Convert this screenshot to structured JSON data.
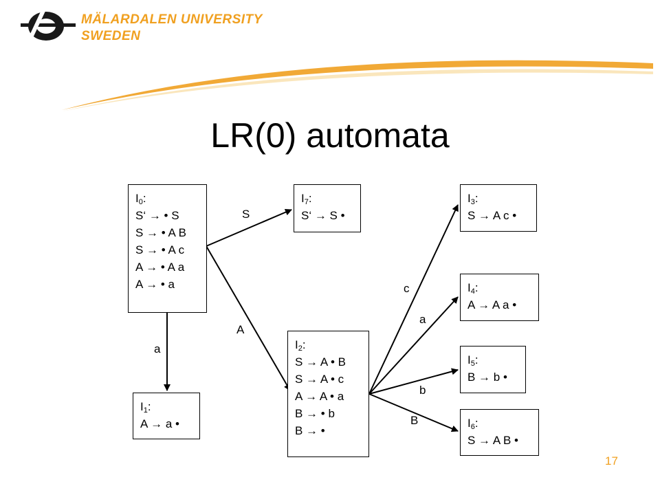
{
  "header": {
    "university_line1": "MÄLARDALEN UNIVERSITY",
    "university_line2": "SWEDEN"
  },
  "slide": {
    "title": "LR(0) automata",
    "page_number": "17"
  },
  "colors": {
    "accent": "#f0a020",
    "logo_dark": "#1a1a1a",
    "text": "#000000"
  },
  "states": [
    {
      "id": "I0",
      "name": "I",
      "sub": "0",
      "items": [
        "S‘ → • S",
        "S → • A B",
        "S → • A c",
        "A → • A a",
        "A → • a"
      ]
    },
    {
      "id": "I1",
      "name": "I",
      "sub": "1",
      "items": [
        "A → a •"
      ]
    },
    {
      "id": "I2",
      "name": "I",
      "sub": "2",
      "items": [
        "S → A • B",
        "S → A • c",
        "A → A • a",
        "B → • b",
        "B → •"
      ]
    },
    {
      "id": "I3",
      "name": "I",
      "sub": "3",
      "items": [
        "S → A c •"
      ]
    },
    {
      "id": "I4",
      "name": "I",
      "sub": "4",
      "items": [
        "A → A a •"
      ]
    },
    {
      "id": "I5",
      "name": "I",
      "sub": "5",
      "items": [
        "B → b •"
      ]
    },
    {
      "id": "I6",
      "name": "I",
      "sub": "6",
      "items": [
        "S → A B •"
      ]
    },
    {
      "id": "I7",
      "name": "I",
      "sub": "7",
      "items": [
        "S‘ → S •"
      ]
    }
  ],
  "edges": [
    {
      "from": "I0",
      "to": "I7",
      "label": "S"
    },
    {
      "from": "I0",
      "to": "I2",
      "label": "A"
    },
    {
      "from": "I0",
      "to": "I1",
      "label": "a"
    },
    {
      "from": "I2",
      "to": "I3",
      "label": "c"
    },
    {
      "from": "I2",
      "to": "I4",
      "label": "a"
    },
    {
      "from": "I2",
      "to": "I5",
      "label": "b"
    },
    {
      "from": "I2",
      "to": "I6",
      "label": "B"
    }
  ]
}
